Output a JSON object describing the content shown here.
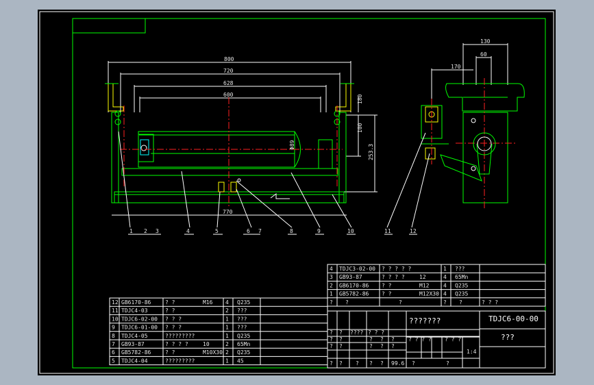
{
  "title_block": {
    "drawing_no": "TDJC6-00-00",
    "drawing_name": "???????",
    "company": "???",
    "scale": "1:4",
    "weight": "99.6"
  },
  "dimensions": {
    "d800": "800",
    "d720": "720",
    "d628": "628",
    "d600": "600",
    "d770": "770",
    "d180": "180",
    "d100": "100",
    "d253": "253.3",
    "d89": "Φ89",
    "d130": "130",
    "d60": "60",
    "d170": "170"
  },
  "balloons": [
    "1",
    "2",
    "3",
    "4",
    "5",
    "6",
    "7",
    "8",
    "9",
    "10",
    "11",
    "12"
  ],
  "bom_left": [
    {
      "no": "12",
      "code": "GB6170-86",
      "name": "?   ?",
      "spec": "M16",
      "qty": "4",
      "mat": "Q235"
    },
    {
      "no": "11",
      "code": "TDJC4-03",
      "name": "?  ?",
      "spec": "",
      "qty": "2",
      "mat": "???"
    },
    {
      "no": "10",
      "code": "TDJC6-02-00",
      "name": "? ? ?",
      "spec": "",
      "qty": "1",
      "mat": "???"
    },
    {
      "no": "9",
      "code": "TDJC6-01-00",
      "name": "? ? ?",
      "spec": "",
      "qty": "1",
      "mat": "???"
    },
    {
      "no": "8",
      "code": "TDJC4-05",
      "name": "?????????",
      "spec": "",
      "qty": "1",
      "mat": "Q235"
    },
    {
      "no": "7",
      "code": "GB93-87",
      "name": "? ? ? ?",
      "spec": "10",
      "qty": "2",
      "mat": "65Mn"
    },
    {
      "no": "6",
      "code": "GB5782-86",
      "name": "?   ?",
      "spec": "M10X30",
      "qty": "2",
      "mat": "Q235"
    },
    {
      "no": "5",
      "code": "TDJC4-04",
      "name": "?????????",
      "spec": "",
      "qty": "1",
      "mat": "45"
    }
  ],
  "bom_right": [
    {
      "no": "4",
      "code": "TDJC3-02-00",
      "name": "? ? ? ? ?",
      "spec": "",
      "qty": "1",
      "mat": "???"
    },
    {
      "no": "3",
      "code": "GB93-87",
      "name": "? ? ? ?",
      "spec": "12",
      "qty": "4",
      "mat": "65Mn"
    },
    {
      "no": "2",
      "code": "GB6170-86",
      "name": "?  ?",
      "spec": "M12",
      "qty": "4",
      "mat": "Q235"
    },
    {
      "no": "1",
      "code": "GB5782-86",
      "name": "?  ?",
      "spec": "M12X30",
      "qty": "4",
      "mat": "Q235"
    }
  ],
  "bom_header": {
    "no": "?",
    "code": "?",
    "name": "?",
    "qty": "?",
    "mat": "?",
    "note": "? ? ?"
  },
  "tb_cells": {
    "r1": [
      "?",
      "?",
      "????",
      "? ? ?",
      "? ? ? ?",
      "? ? ?"
    ],
    "r2": [
      "?",
      "?",
      "?",
      "?",
      "?"
    ],
    "r3": [
      "?",
      "?",
      "?",
      "?",
      "?"
    ],
    "r4": [
      "?",
      "?",
      "?",
      "?",
      "?",
      "?",
      "?"
    ]
  }
}
